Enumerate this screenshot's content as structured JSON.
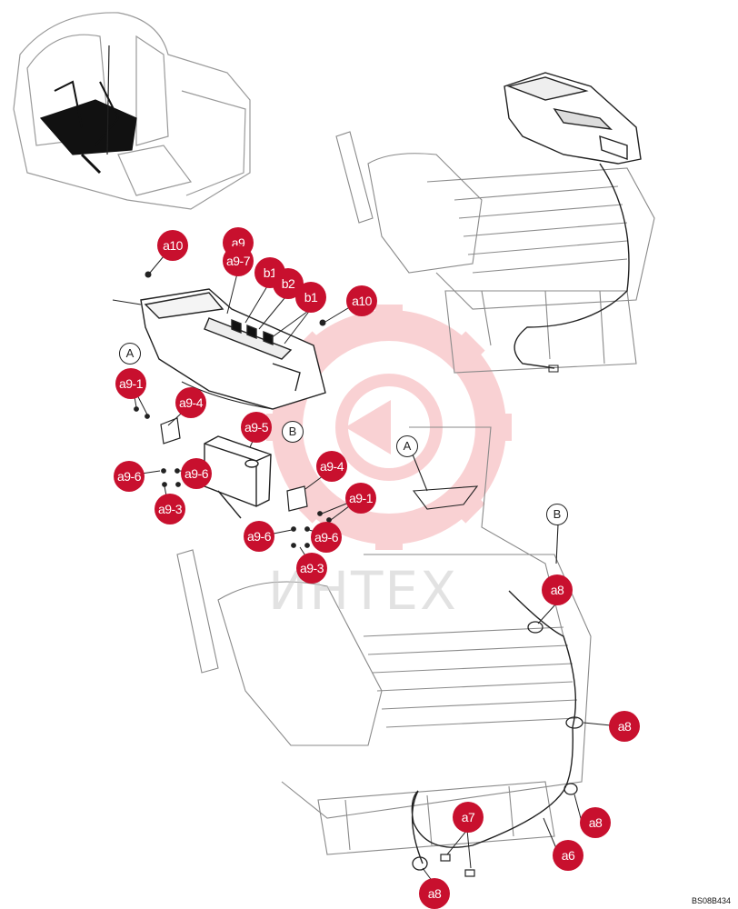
{
  "figure_code": "BS08B434",
  "watermark": {
    "brand_text": "ИНТЕХ",
    "color": "#e8333a"
  },
  "colors": {
    "callout": "#c8102e",
    "line": "#222222",
    "faint_line": "#9a9a9a"
  },
  "callouts": {
    "a10_top": "a10",
    "a9_top": "a9",
    "a9_7": "a9-7",
    "b1_top": "b1",
    "b2": "b2",
    "b1_mid": "b1",
    "a10_mid": "a10",
    "a9_1_left": "a9-1",
    "a9_4_left": "a9-4",
    "a9_5": "a9-5",
    "a9_6_left": "a9-6",
    "a9_6_left2": "a9-6",
    "a9_3_left": "a9-3",
    "a9_4_right": "a9-4",
    "a9_1_right": "a9-1",
    "a9_6_mid": "a9-6",
    "a9_6_right": "a9-6",
    "a9_3_right": "a9-3",
    "a8_upper": "a8",
    "a8_mid": "a8",
    "a8_lower": "a8",
    "a7": "a7",
    "a6": "a6",
    "a8_bottom": "a8"
  },
  "refs": {
    "A_left": "A",
    "B_left": "B",
    "A_right": "A",
    "B_right": "B"
  }
}
